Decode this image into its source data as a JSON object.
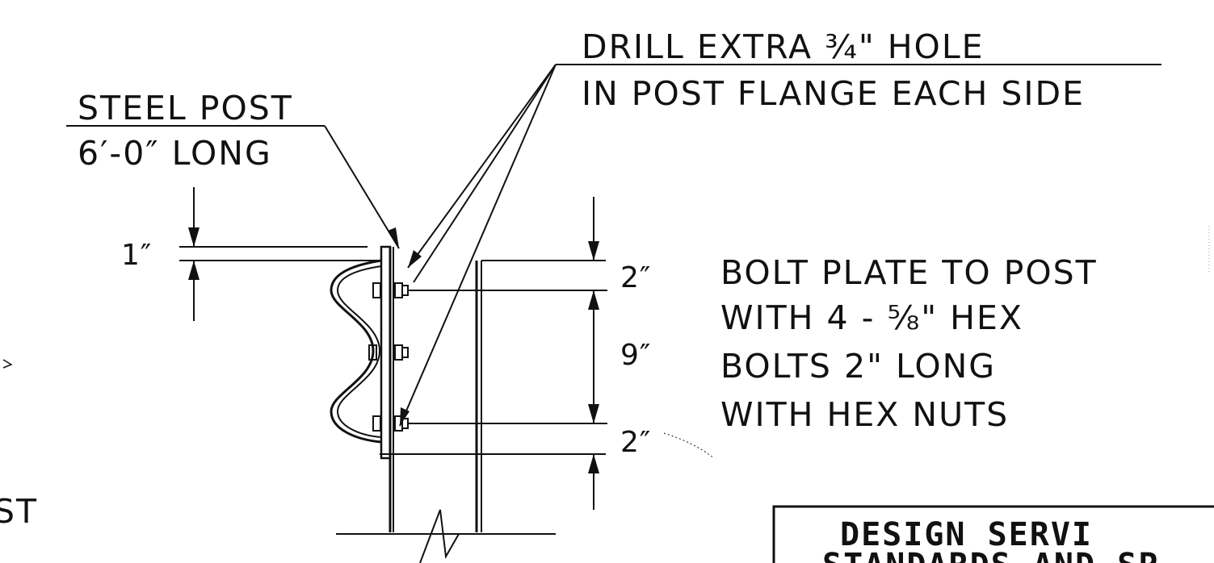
{
  "notes": {
    "drill_line1": "DRILL EXTRA ¾\" HOLE",
    "drill_line2": "IN POST FLANGE EACH SIDE",
    "post_line1": "STEEL POST",
    "post_line2": "6′-0″ LONG",
    "bolt_line1": "BOLT PLATE TO POST",
    "bolt_line2": "WITH 4 - ⅝\" HEX",
    "bolt_line3": "BOLTS 2\" LONG",
    "bolt_line4": "WITH HEX NUTS",
    "left_fragment": "ST"
  },
  "dimensions": {
    "top_offset": "1″",
    "top_spacing": "2″",
    "middle_spacing": "9″",
    "bottom_spacing": "2″"
  },
  "title_block": {
    "line1": "DESIGN SERVI",
    "line2": "STANDARDS AND SP"
  }
}
